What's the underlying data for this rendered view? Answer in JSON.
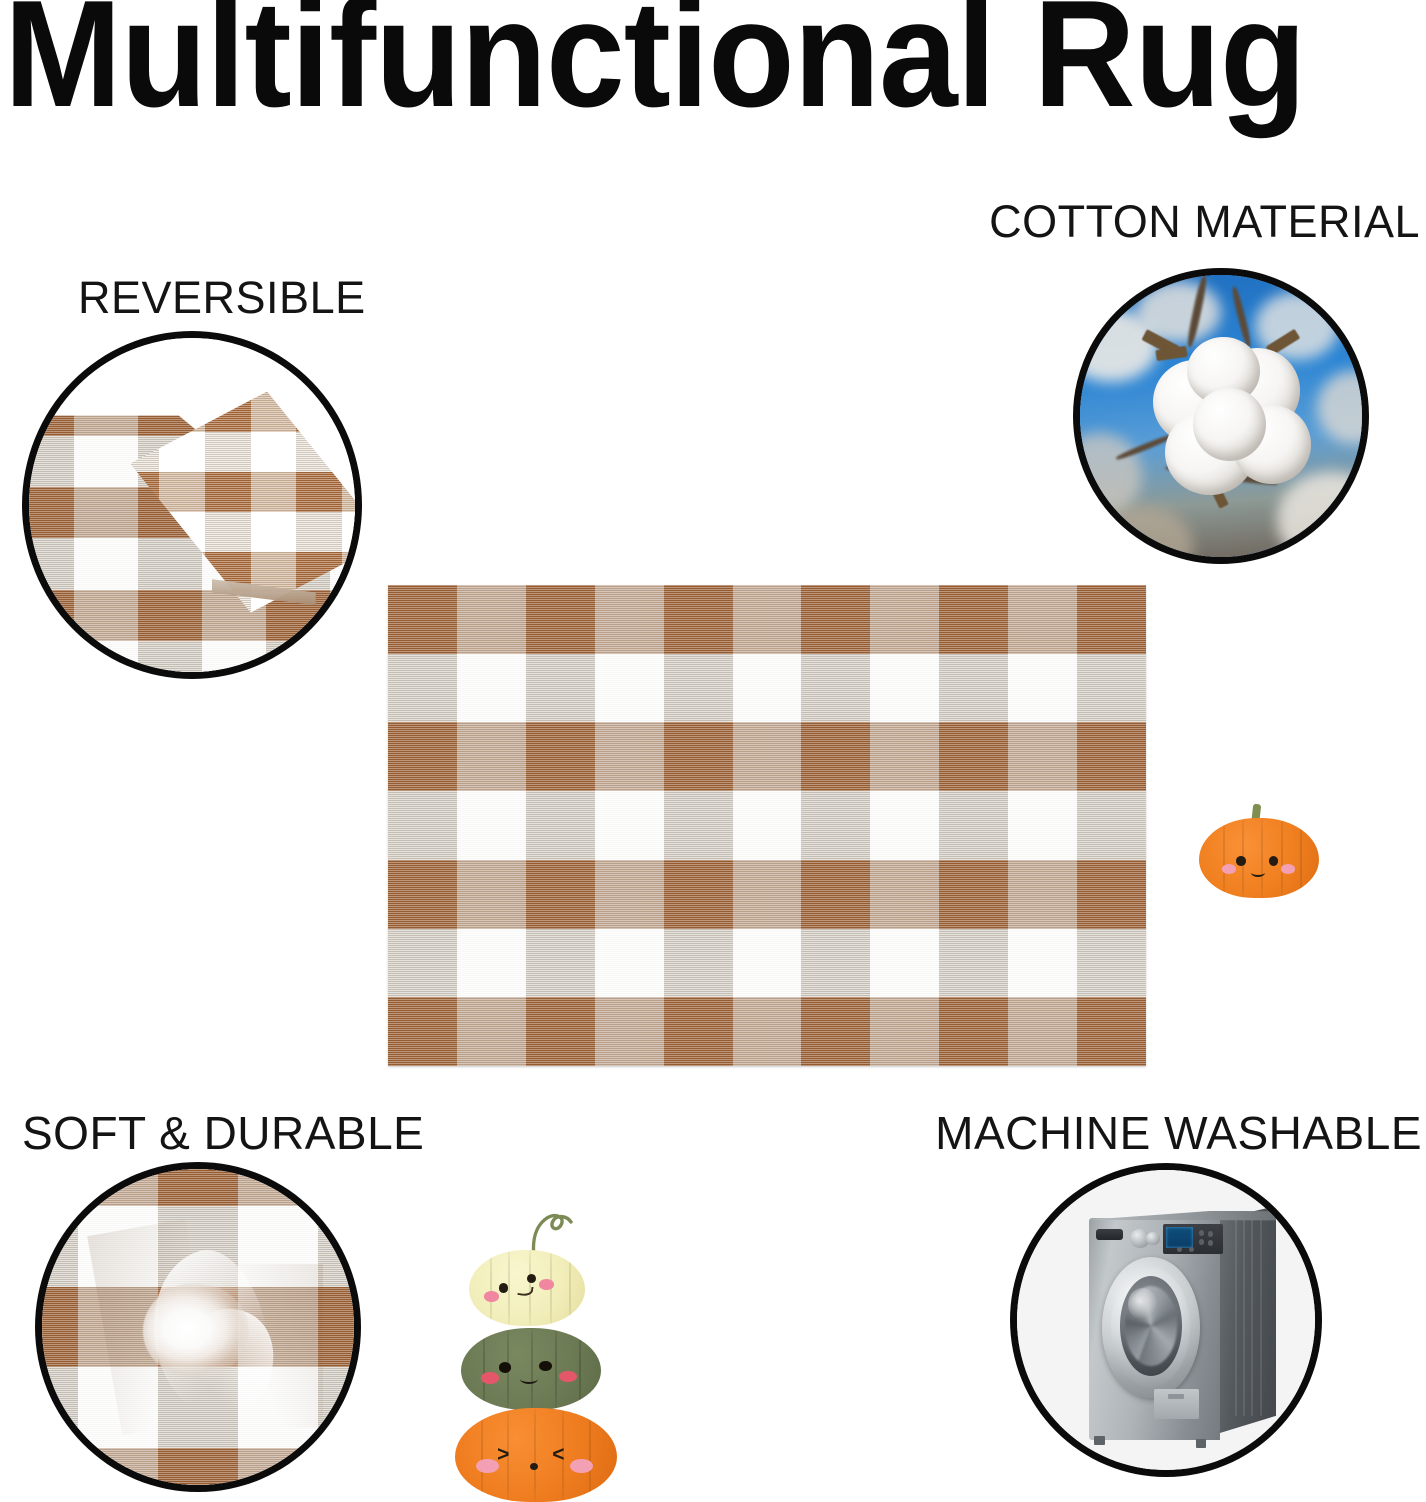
{
  "page": {
    "type": "product-infographic",
    "background_color": "#ffffff",
    "title": "Multifunctional Rug"
  },
  "features": [
    {
      "key": "reversible",
      "label": "REVERSIBLE",
      "icon": "folded-rug-corner-photo",
      "position": "top-left",
      "description_visual": "folded corner of brown and white buffalo check rug showing both reversible sides"
    },
    {
      "key": "cotton_material",
      "label": "COTTON MATERIAL",
      "icon": "cotton-boll-photo",
      "position": "top-right",
      "description_visual": "white cotton boll on plant against blue sky"
    },
    {
      "key": "soft_durable",
      "label": "SOFT & DURABLE",
      "icon": "scrunched-fabric-photo",
      "position": "bottom-left",
      "description_visual": "brown and white checked fabric twisted into a soft pinch"
    },
    {
      "key": "machine_washable",
      "label": "MACHINE WASHABLE",
      "icon": "washing-machine-photo",
      "position": "bottom-right",
      "description_visual": "silver front-loading washing machine with blue LCD panel"
    }
  ],
  "product": {
    "name": "buffalo check rug",
    "pattern": "buffalo-check",
    "rows": 7,
    "columns": 11,
    "colors": {
      "brown": "#9c6136",
      "tan_blend": "#c2a892",
      "light_tan": "#cdc5bb",
      "white": "#fdfdfc"
    }
  },
  "decorations": {
    "single_pumpkin": {
      "name": "kawaii-pumpkin",
      "body_color": "#f08020",
      "stem_color": "#7f8f52",
      "cheek_color": "#f4a0b4",
      "face": "smiling"
    },
    "stacked_pumpkins": [
      {
        "name": "kawaii-pumpkin-cream",
        "body_color": "#f2eeba",
        "stem_color": "#7c8a55",
        "cheek_color": "#f0869f",
        "face": "winking"
      },
      {
        "name": "kawaii-pumpkin-green",
        "body_color": "#6d7b55",
        "stem_color": "#5d6b48",
        "cheek_color": "#e4576a",
        "face": "smiling"
      },
      {
        "name": "kawaii-pumpkin-orange",
        "body_color": "#ef7d20",
        "stem_color": "#7f8f52",
        "cheek_color": "#f4a0b4",
        "face": "squinting"
      }
    ]
  },
  "style": {
    "ring_color": "#0b0b0b",
    "text_color": "#141414",
    "title_color": "#0a0a0a"
  }
}
